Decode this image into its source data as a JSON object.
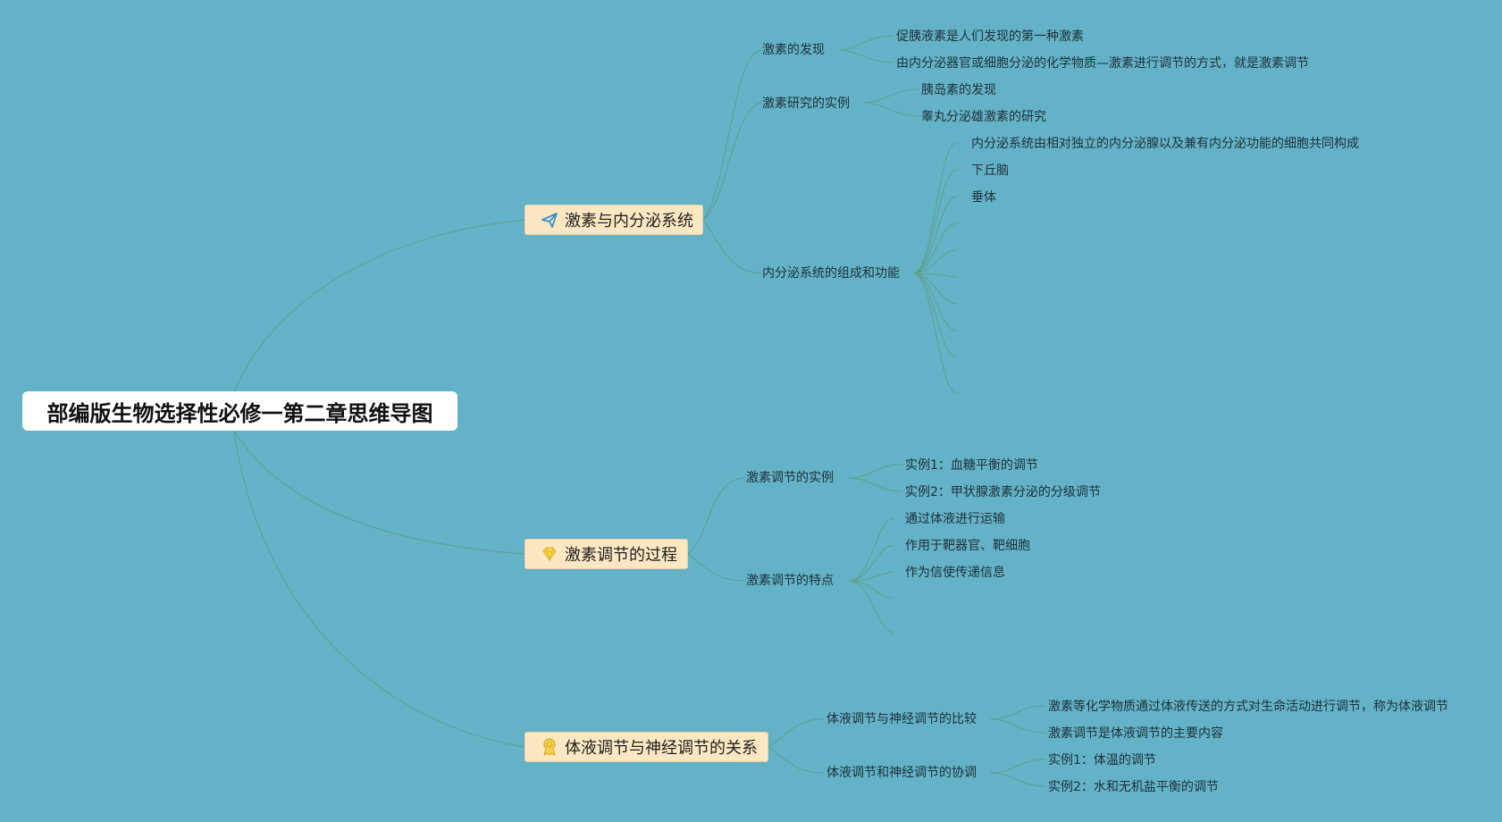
{
  "root": {
    "label": "部编版生物选择性必修一第二章思维导图"
  },
  "branches": [
    {
      "label": "激素与内分泌系统",
      "icon": "paper-plane-icon",
      "children": [
        {
          "label": "激素的发现",
          "children": [
            "促胰液素是人们发现的第一种激素",
            "由内分泌器官或细胞分泌的化学物质—激素进行调节的方式，就是激素调节"
          ]
        },
        {
          "label": "激素研究的实例",
          "children": [
            "胰岛素的发现",
            "睾丸分泌雄激素的研究"
          ]
        },
        {
          "label": "内分泌系统的组成和功能",
          "children": [
            "内分泌系统由相对独立的内分泌腺以及兼有内分泌功能的细胞共同构成",
            "下丘脑",
            "垂体"
          ]
        }
      ]
    },
    {
      "label": "激素调节的过程",
      "icon": "gem-icon",
      "children": [
        {
          "label": "激素调节的实例",
          "children": [
            "实例1：血糖平衡的调节",
            "实例2：甲状腺激素分泌的分级调节"
          ]
        },
        {
          "label": "激素调节的特点",
          "children": [
            "通过体液进行运输",
            "作用于靶器官、靶细胞",
            "作为信使传递信息"
          ]
        }
      ]
    },
    {
      "label": "体液调节与神经调节的关系",
      "icon": "award-ribbon-icon",
      "children": [
        {
          "label": "体液调节与神经调节的比较",
          "children": [
            "激素等化学物质通过体液传送的方式对生命活动进行调节，称为体液调节",
            "激素调节是体液调节的主要内容"
          ]
        },
        {
          "label": "体液调节和神经调节的协调",
          "children": [
            "实例1：体温的调节",
            "实例2：水和无机盐平衡的调节"
          ]
        }
      ]
    }
  ],
  "colors": {
    "background": "#63b2c7",
    "link": "#5e9d7c",
    "branch_fill": "#fbe7c2"
  }
}
